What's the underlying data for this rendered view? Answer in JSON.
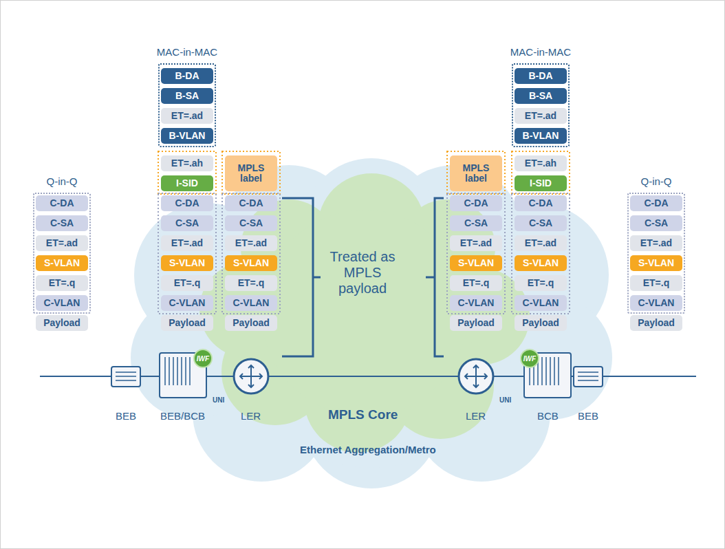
{
  "diagram": {
    "nodes": [
      {
        "text": [
          "Q-in-Q"
        ]
      },
      {
        "text": [
          "C-DA"
        ],
        "in": 0
      },
      {
        "text": [
          "C-SA"
        ],
        "in": 0
      },
      {
        "text": [
          "ET=.ad"
        ],
        "in": 0
      },
      {
        "text": [
          "S-VLAN"
        ],
        "in": 0
      },
      {
        "text": [
          "ET=.q"
        ],
        "in": 0
      },
      {
        "text": [
          "C-VLAN"
        ],
        "in": 0
      },
      {
        "text": [
          "Payload"
        ]
      },
      {
        "text": [
          "MAC-in-MAC"
        ]
      },
      {
        "text": [
          "B-DA"
        ],
        "in": 8
      },
      {
        "text": [
          "B-SA"
        ],
        "in": 8
      },
      {
        "text": [
          "ET=.ad"
        ],
        "in": 8
      },
      {
        "text": [
          "B-VLAN"
        ],
        "in": 8
      },
      {
        "text": [
          "ET=.ah"
        ]
      },
      {
        "text": [
          "I-SID"
        ]
      },
      {
        "text": [
          "C-DA"
        ]
      },
      {
        "text": [
          "C-SA"
        ]
      },
      {
        "text": [
          "ET=.ad"
        ]
      },
      {
        "text": [
          "S-VLAN"
        ]
      },
      {
        "text": [
          "ET=.q"
        ]
      },
      {
        "text": [
          "C-VLAN"
        ]
      },
      {
        "text": [
          "Payload"
        ]
      },
      {
        "text": [
          "MPLS label"
        ]
      },
      {
        "text": [
          "C-DA"
        ]
      },
      {
        "text": [
          "C-SA"
        ]
      },
      {
        "text": [
          "ET=.ad"
        ]
      },
      {
        "text": [
          "S-VLAN"
        ]
      },
      {
        "text": [
          "ET=.q"
        ]
      },
      {
        "text": [
          "C-VLAN"
        ]
      },
      {
        "text": [
          "Payload"
        ]
      },
      {
        "text": [
          "MPLS label"
        ]
      },
      {
        "text": [
          "C-DA"
        ]
      },
      {
        "text": [
          "C-SA"
        ]
      },
      {
        "text": [
          "ET=.ad"
        ]
      },
      {
        "text": [
          "S-VLAN"
        ]
      },
      {
        "text": [
          "ET=.q"
        ]
      },
      {
        "text": [
          "C-VLAN"
        ]
      },
      {
        "text": [
          "Payload"
        ]
      },
      {
        "text": [
          "MAC-in-MAC"
        ]
      },
      {
        "text": [
          "B-DA"
        ],
        "in": 38
      },
      {
        "text": [
          "B-SA"
        ],
        "in": 38
      },
      {
        "text": [
          "ET=.ad"
        ],
        "in": 38
      },
      {
        "text": [
          "B-VLAN"
        ],
        "in": 38
      },
      {
        "text": [
          "ET=.ah"
        ]
      },
      {
        "text": [
          "I-SID"
        ]
      },
      {
        "text": [
          "C-DA"
        ]
      },
      {
        "text": [
          "C-SA"
        ]
      },
      {
        "text": [
          "ET=.ad"
        ]
      },
      {
        "text": [
          "S-VLAN"
        ]
      },
      {
        "text": [
          "ET=.q"
        ]
      },
      {
        "text": [
          "C-VLAN"
        ]
      },
      {
        "text": [
          "Payload"
        ]
      },
      {
        "text": [
          "Q-in-Q"
        ]
      },
      {
        "text": [
          "C-DA"
        ],
        "in": 52
      },
      {
        "text": [
          "C-SA"
        ],
        "in": 52
      },
      {
        "text": [
          "ET=.ad"
        ],
        "in": 52
      },
      {
        "text": [
          "S-VLAN"
        ],
        "in": 52
      },
      {
        "text": [
          "ET=.q"
        ],
        "in": 52
      },
      {
        "text": [
          "C-VLAN"
        ],
        "in": 52
      },
      {
        "text": [
          "Payload"
        ]
      },
      {
        "text": [
          "IWF"
        ]
      },
      {
        "text": [
          "IWF"
        ]
      }
    ],
    "labels": [
      "Treated as MPLS payload",
      "BEB",
      "BEB/BCB",
      "UNI",
      "LER",
      "MPLS Core",
      "LER",
      "UNI",
      "BCB",
      "BEB",
      "Ethernet Aggregation/Metro"
    ]
  }
}
